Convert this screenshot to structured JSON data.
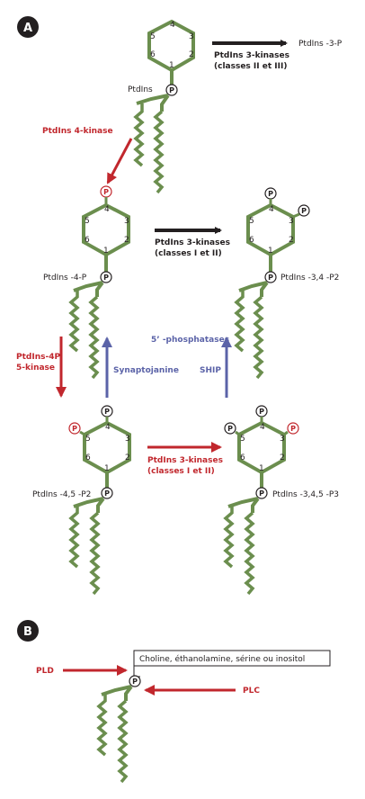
{
  "panels": {
    "a": "A",
    "b": "B"
  },
  "phospho": "P",
  "ring_positions": [
    "1",
    "2",
    "3",
    "4",
    "5",
    "6"
  ],
  "labels": {
    "ptdins": "PtdIns",
    "ptdins_3p": "PtdIns -3-P",
    "ptdins_4p": "PtdIns -4-P",
    "ptdins_34p2": "PtdIns -3,4 -P2",
    "ptdins_45p2": "PtdIns -4,5 -P2",
    "ptdins_345p3": "PtdIns -3,4,5 -P3"
  },
  "enzymes": {
    "pi3k_2_3_line1": "PtdIns 3-kinases",
    "pi3k_2_3_line2": "(classes II et III)",
    "pi3k_1_line1": "PtdIns 3-kinases",
    "pi3k_1_line2": "(classes I et II)",
    "pi3k_1b_line1": "PtdIns 3-kinases",
    "pi3k_1b_line2": "(classes I et II)",
    "pi4k": "PtdIns 4-kinase",
    "pip5k_line1": "PtdIns-4P",
    "pip5k_line2": "5-kinase",
    "phosphatases": "5’ -phosphatases",
    "synaptojanine": "Synaptojanine",
    "ship": "SHIP",
    "pld": "PLD",
    "plc": "PLC"
  },
  "headgroup_box": "Choline, éthanolamine, sérine ou inositol",
  "colors": {
    "green": "#6b8e4e",
    "red": "#c1272d",
    "blue": "#5b63a8",
    "black": "#231f20",
    "panel_bg": "#231f20"
  }
}
